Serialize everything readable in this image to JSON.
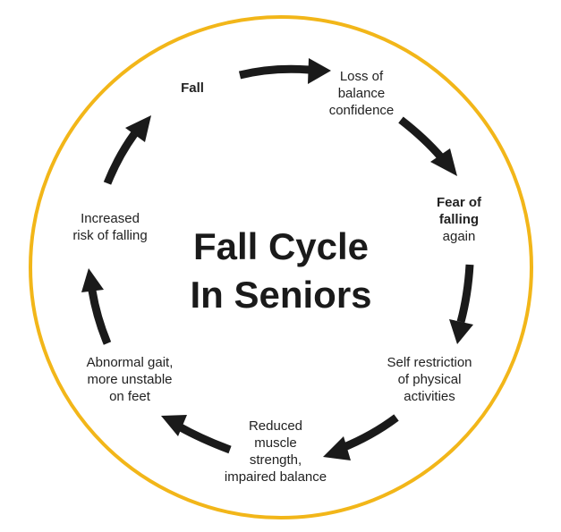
{
  "title": {
    "line1": "Fall Cycle",
    "line2": "In Seniors"
  },
  "colors": {
    "ring": "#f2b619",
    "arrow": "#1a1a1a",
    "text": "#222222"
  },
  "nodes": [
    {
      "lines": [
        "Fall"
      ],
      "bold": [
        true
      ]
    },
    {
      "lines": [
        "Loss of",
        "balance",
        "confidence"
      ],
      "bold": [
        false,
        false,
        false
      ]
    },
    {
      "lines": [
        "Fear of",
        "falling",
        "again"
      ],
      "bold": [
        true,
        true,
        false
      ]
    },
    {
      "lines": [
        "Self restriction",
        "of physical",
        "activities"
      ],
      "bold": [
        false,
        false,
        false
      ]
    },
    {
      "lines": [
        "Reduced",
        "muscle",
        "strength,",
        "impaired balance"
      ],
      "bold": [
        false,
        false,
        false,
        false
      ]
    },
    {
      "lines": [
        "Abnormal gait,",
        "more unstable",
        "on feet"
      ],
      "bold": [
        false,
        false,
        false
      ]
    },
    {
      "lines": [
        "Increased",
        "risk of falling"
      ],
      "bold": [
        false,
        false
      ]
    }
  ]
}
